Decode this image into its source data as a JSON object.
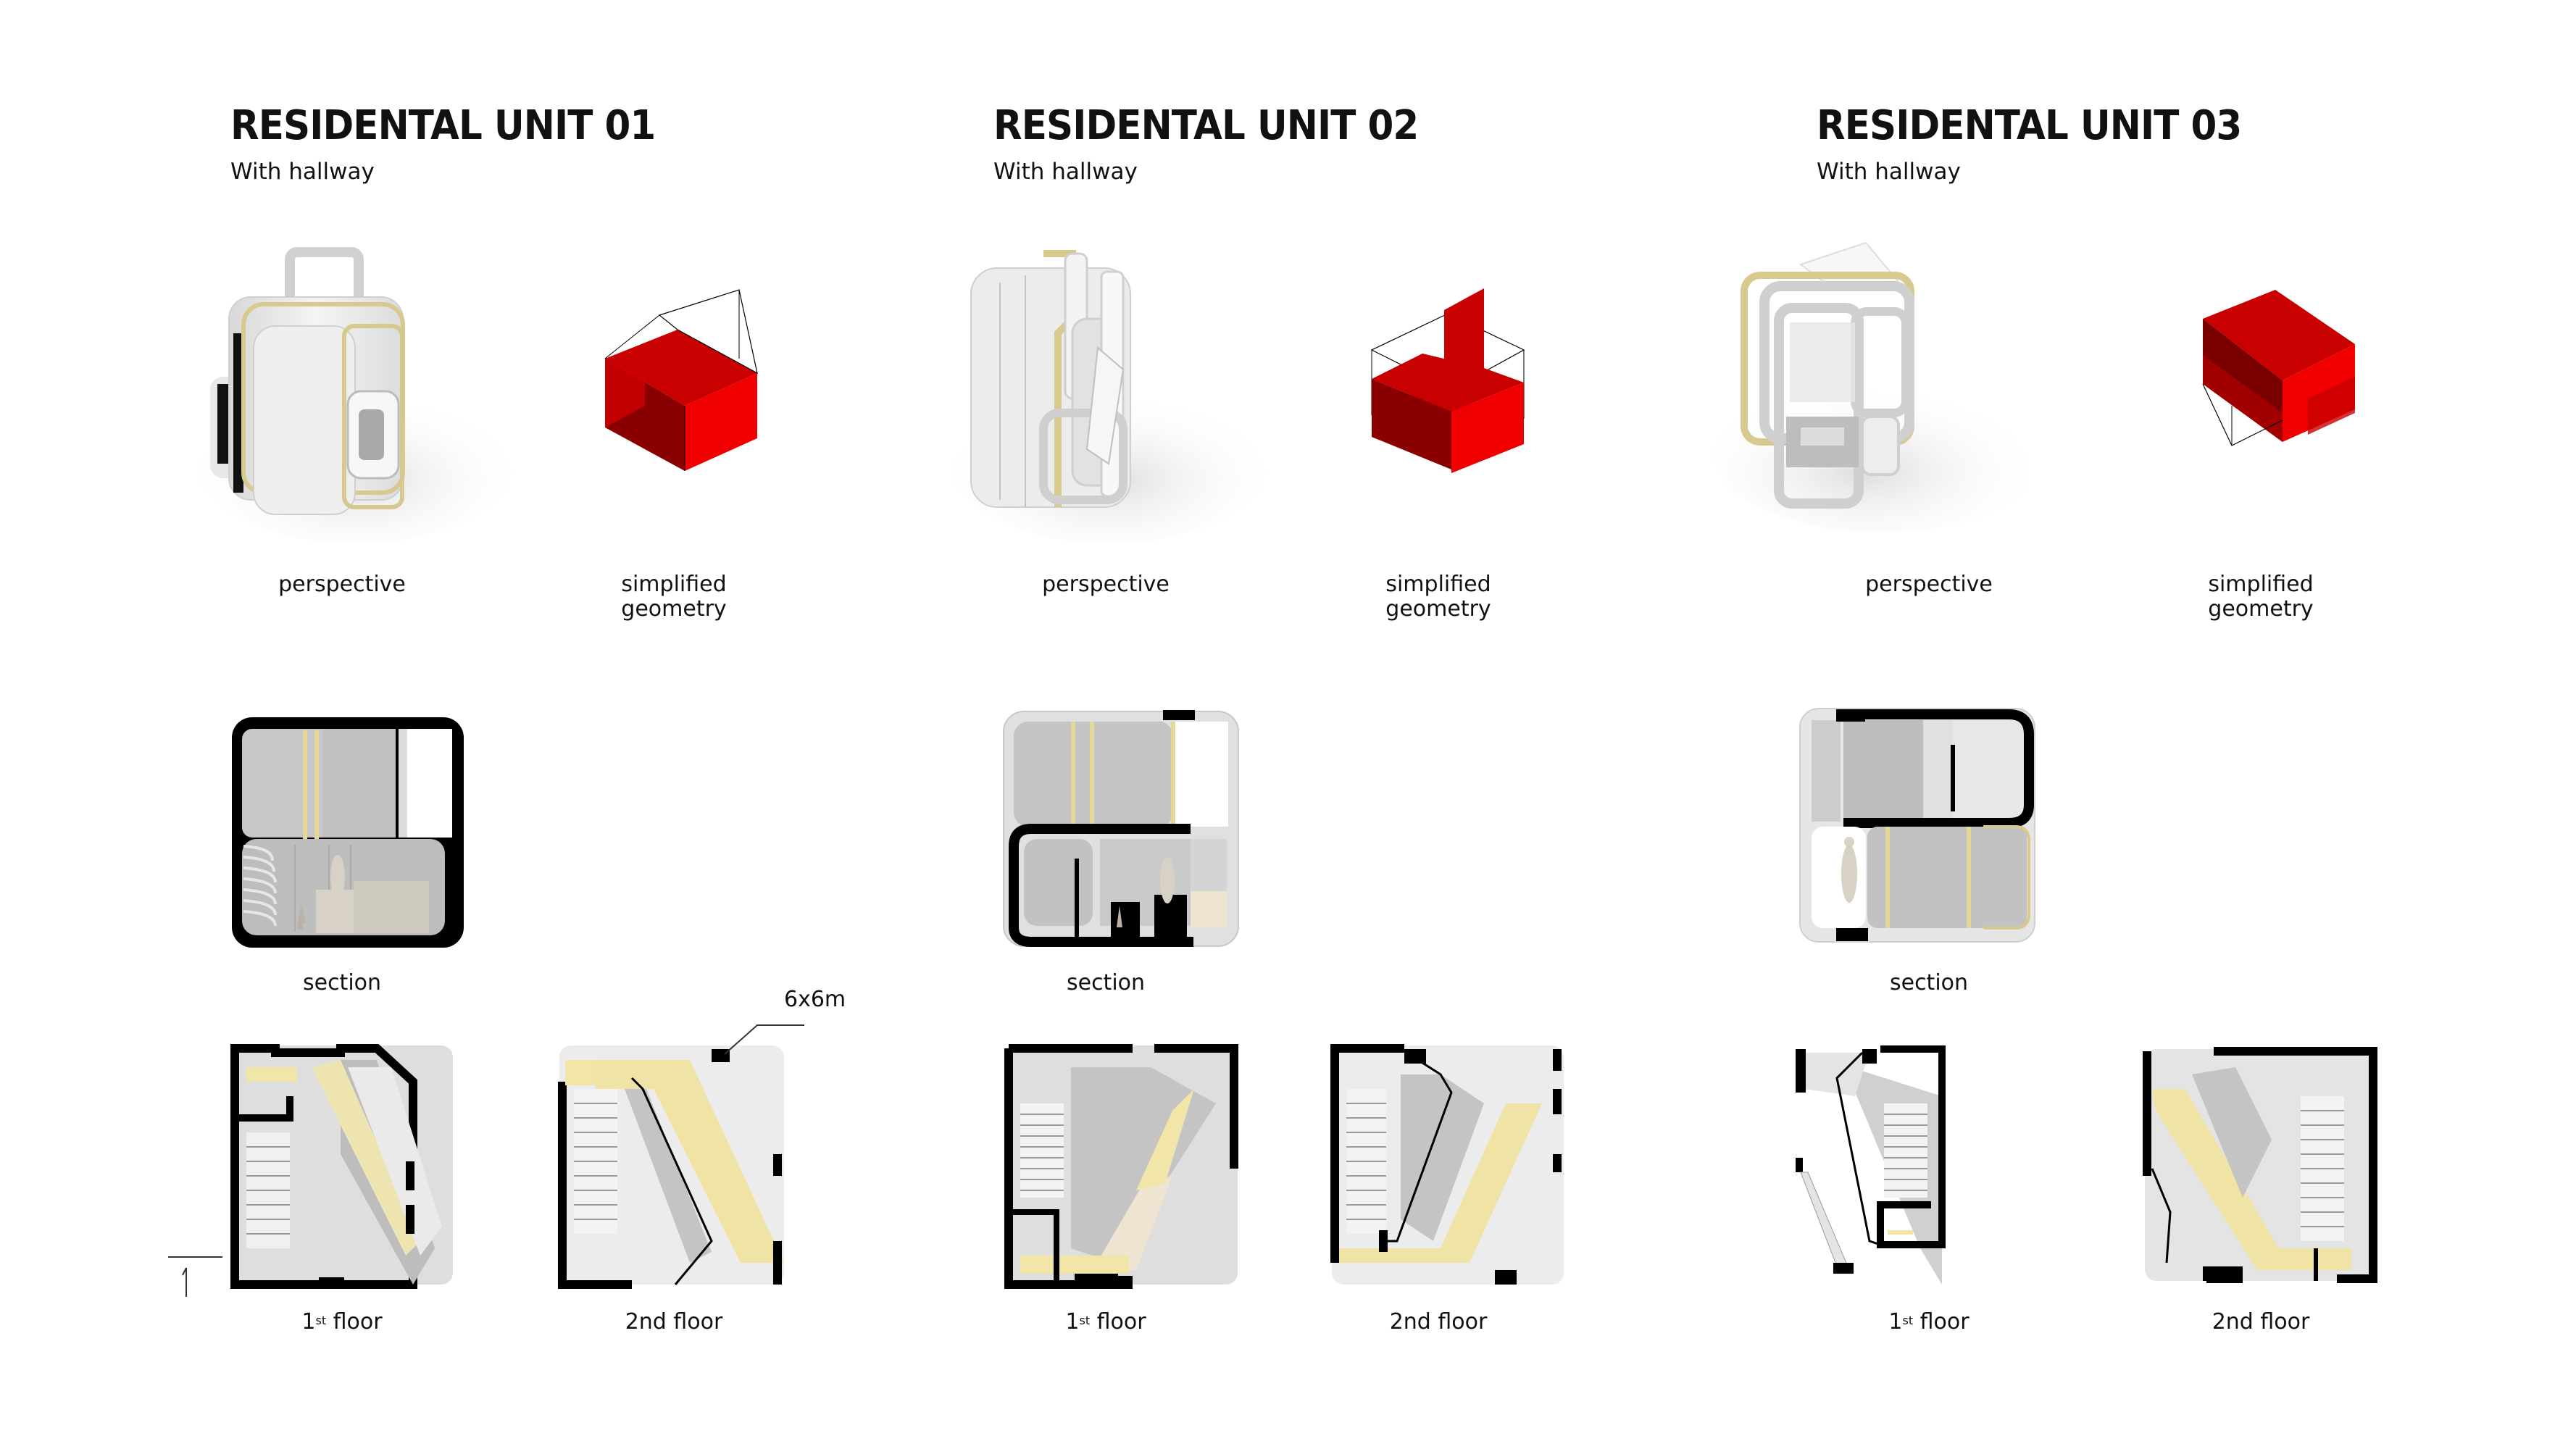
{
  "units": [
    {
      "title": "RESIDENTAL UNIT 01",
      "subtitle": "With hallway",
      "perspective_label": "perspective",
      "geometry_label_line1": "simplified",
      "geometry_label_line2": "geometry",
      "section_label": "section",
      "floor1_label_num": "1",
      "floor1_label_sup": "st",
      "floor1_label_rest": " floor",
      "floor2_label": "2nd floor",
      "dimension_label": "6x6m"
    },
    {
      "title": "RESIDENTAL UNIT 02",
      "subtitle": "With hallway",
      "perspective_label": "perspective",
      "geometry_label_line1": "simplified",
      "geometry_label_line2": "geometry",
      "section_label": "section",
      "floor1_label_num": "1",
      "floor1_label_sup": "st",
      "floor1_label_rest": " floor",
      "floor2_label": "2nd floor"
    },
    {
      "title": "RESIDENTAL UNIT 03",
      "subtitle": "With hallway",
      "perspective_label": "perspective",
      "geometry_label_line1": "simplified",
      "geometry_label_line2": "geometry",
      "section_label": "section",
      "floor1_label_num": "1",
      "floor1_label_sup": "st",
      "floor1_label_rest": " floor",
      "floor2_label": "2nd floor"
    }
  ],
  "colors": {
    "geometry_red": "#e60000",
    "geometry_red_dark": "#8a0000",
    "geometry_red_mid": "#c40000",
    "accent_gold": "#e8dca0",
    "wall_black": "#000000",
    "interior_grey": "#c8c8c8"
  }
}
